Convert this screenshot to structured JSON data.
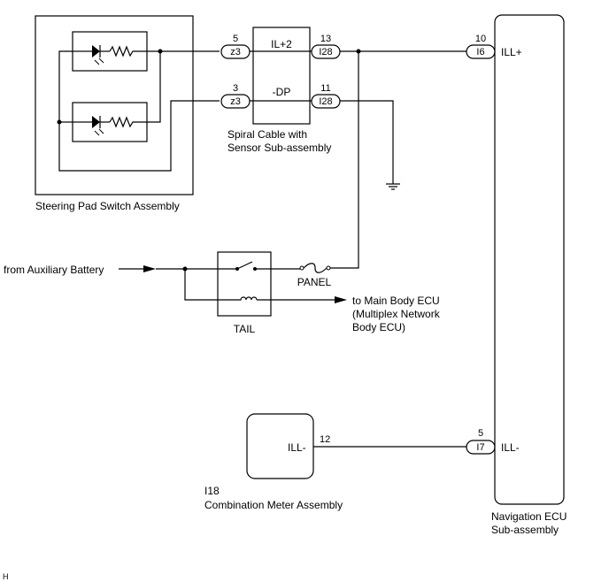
{
  "steering_switch": {
    "label": "Steering Pad Switch Assembly"
  },
  "spiral_cable": {
    "line1": "Spiral Cable with",
    "line2": "Sensor Sub-assembly",
    "circuit_top": "IL+2",
    "circuit_bottom": "-DP"
  },
  "connectors": {
    "z3_top": {
      "name": "z3",
      "pin": "5"
    },
    "z3_bottom": {
      "name": "z3",
      "pin": "3"
    },
    "i28_top": {
      "name": "I28",
      "pin": "13"
    },
    "i28_bottom": {
      "name": "I28",
      "pin": "11"
    },
    "i6": {
      "name": "I6",
      "pin": "10"
    },
    "i7": {
      "name": "I7",
      "pin": "5"
    }
  },
  "nav_ecu": {
    "line1": "Navigation ECU",
    "line2": "Sub-assembly",
    "terminal_top": "ILL+",
    "terminal_bottom": "ILL-"
  },
  "power": {
    "source_label": "from Auxiliary Battery",
    "relay_label": "TAIL",
    "fuse_label": "PANEL",
    "dest_line1": "to Main Body ECU",
    "dest_line2": "(Multiplex Network",
    "dest_line3": "Body ECU)"
  },
  "meter": {
    "terminal": "ILL-",
    "pin": "12",
    "connector": "I18",
    "label": "Combination Meter Assembly"
  },
  "corner_mark": "H"
}
